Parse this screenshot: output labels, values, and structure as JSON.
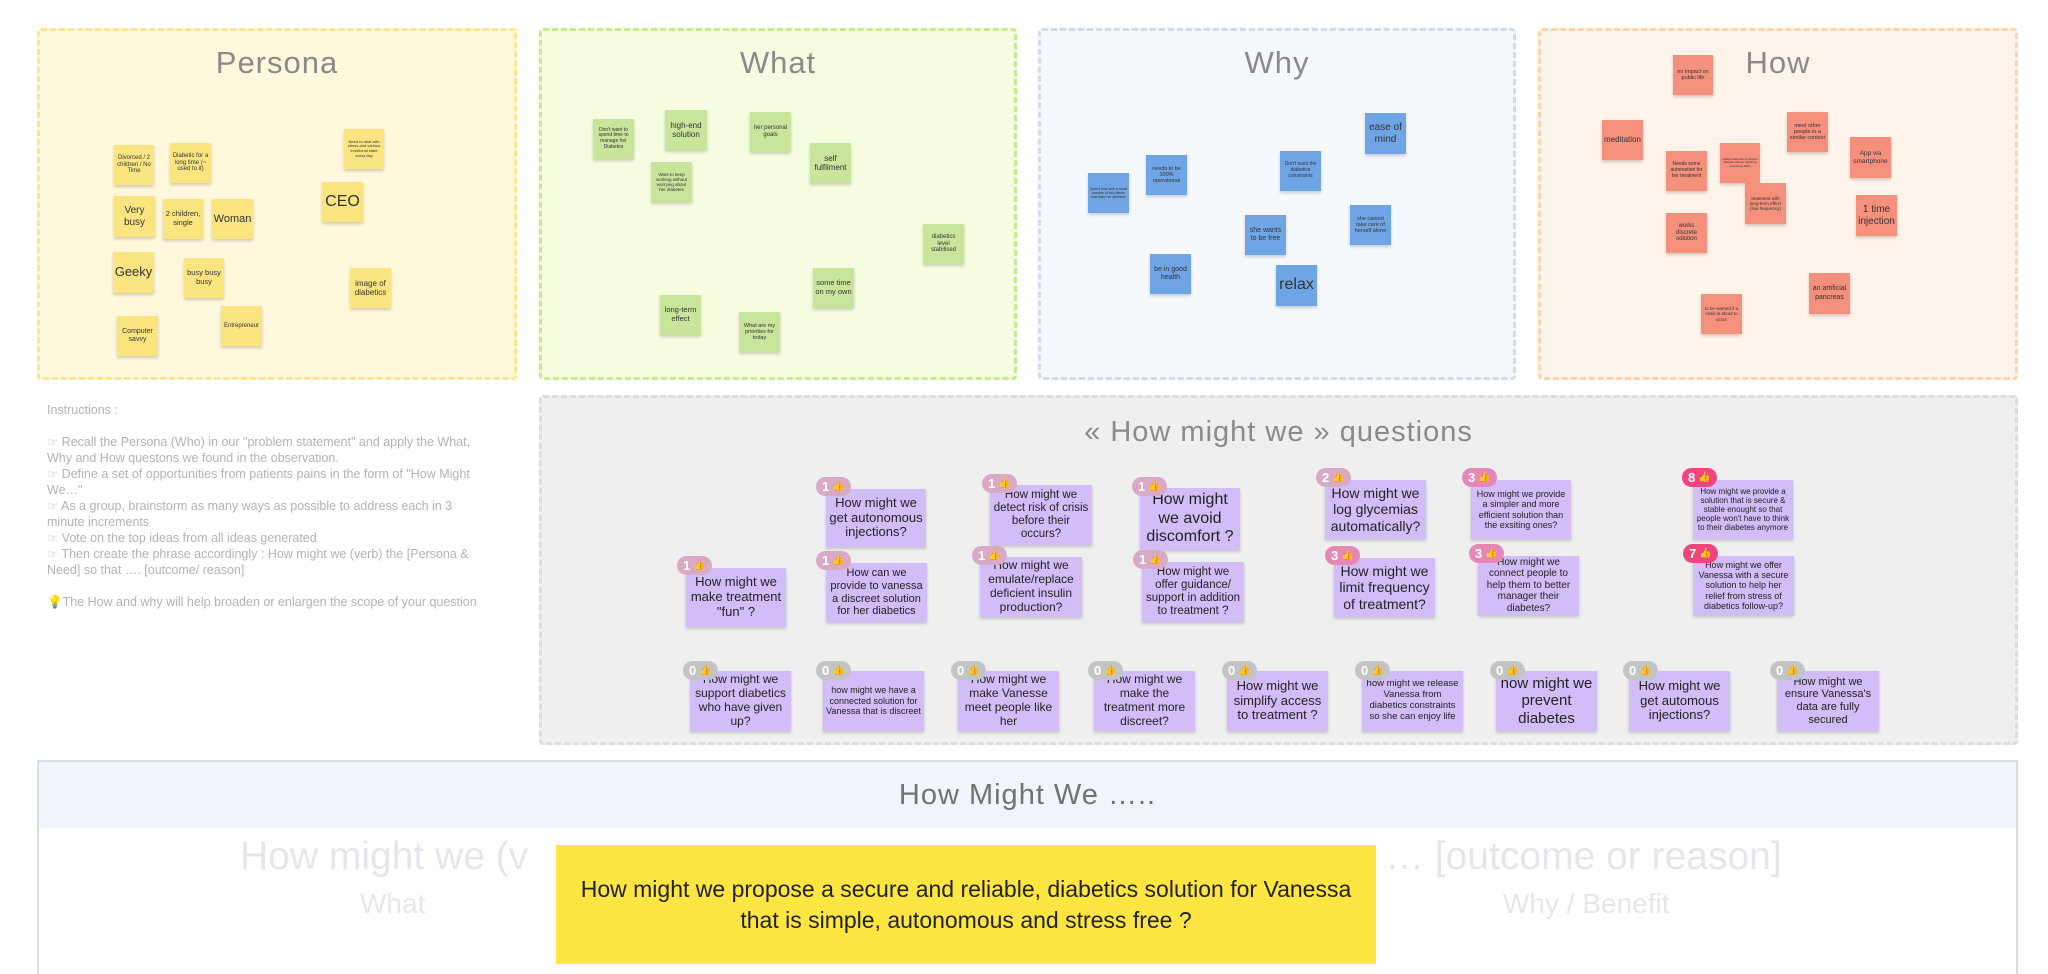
{
  "frames": {
    "persona": "Persona",
    "what": "What",
    "why": "Why",
    "how": "How",
    "hmw": "« How might we » questions"
  },
  "persona_stickies": [
    "Divorced / 2 children / No Time",
    "Diabetic for a long time (~ used to it)",
    "Need to deal with stress and various emotional state every day",
    "Very busy",
    "2 children, single",
    "Woman",
    "CEO",
    "Geeky",
    "busy busy busy",
    "image of diabetics",
    "Computer savvy",
    "Entrepreneur"
  ],
  "what_stickies": [
    "Don't want to spend time to manage her Diabetes",
    "high-end solution",
    "her personal goals",
    "self fulfilment",
    "Want to keep working without worrying about her diabetes",
    "diabetics level stabilised",
    "some time on my own",
    "long-term effect",
    "What are my priorities for today"
  ],
  "why_stickies": [
    "ease of mind",
    "needs to be 100% operational",
    "Don't want the diabetics constraints",
    "Spend time with a small number of key clients that have her attention",
    "she wants to be free",
    "she cannot take care of herself alone",
    "be in good health",
    "relax"
  ],
  "how_stickies": [
    "no impact on public life",
    "meet other people in a similar context",
    "meditation",
    "Needs some automation for her treatment",
    "Adapt treatment to current lifestyle without requiring conscious effort",
    "App via smartphone",
    "treatment with long-term effect (low frequency)",
    "1 time injection",
    "works discrete solution",
    "an artificial pancreas",
    "to be warned if a crisis is about to occur"
  ],
  "hmw_notes": [
    {
      "text": "How might we get autonomous injections?",
      "votes": "1"
    },
    {
      "text": "How might we detect risk of crisis before their occurs?",
      "votes": "1"
    },
    {
      "text": "How might we avoid discomfort ?",
      "votes": "1"
    },
    {
      "text": "How might we log glycemias automatically?",
      "votes": "2"
    },
    {
      "text": "How might we provide a simpler and more efficient solution than the exsiting ones?",
      "votes": "3"
    },
    {
      "text": "How might we provide a solution that is secure & stable enought so that people won't have to think to their diabetes anymore",
      "votes": "8"
    },
    {
      "text": "How might we make treatment \"fun\" ?",
      "votes": "1"
    },
    {
      "text": "How can we provide to vanessa a discreet solution for her diabetics",
      "votes": "1"
    },
    {
      "text": "How might we emulate/replace deficient insulin production?",
      "votes": "1"
    },
    {
      "text": "How might we offer guidance/ support in addition to treatment ?",
      "votes": "1"
    },
    {
      "text": "How might we limit frequency of treatment?",
      "votes": "3"
    },
    {
      "text": "How might we connect people to help them to better manager their diabetes?",
      "votes": "3"
    },
    {
      "text": "How might we offer Vanessa with a secure solution to help her relief from stress of diabetics follow-up?",
      "votes": "7"
    },
    {
      "text": "How might we support diabetics who have given up?",
      "votes": "0"
    },
    {
      "text": "how might we have a connected solution for Vanessa that is discreet",
      "votes": "0"
    },
    {
      "text": "How might we make Vanesse meet people like her",
      "votes": "0"
    },
    {
      "text": "How might we make the treatment more discreet?",
      "votes": "0"
    },
    {
      "text": "How might we simplify access to treatment ?",
      "votes": "0"
    },
    {
      "text": "how might we release Vanessa from diabetics constraints so she can enjoy life",
      "votes": "0"
    },
    {
      "text": "now might we prevent diabetes",
      "votes": "0"
    },
    {
      "text": "How might we get automous injections?",
      "votes": "0"
    },
    {
      "text": "How might we ensure Vanessa's data are fully secured",
      "votes": "0"
    }
  ],
  "vote_icon": "thumbs-up-icon",
  "instructions": {
    "title": "Instructions :",
    "steps": [
      "☞ Recall the Persona (Who) in our \"problem statement\" and apply the What, Why and How questons we found in the observation.",
      "☞ Define a set of opportunities from patients pains in the form of \"How Might We…\"",
      "☞ As a group, brainstorm as many ways as possible to address each in 3 minute increments",
      "☞ Vote on the top ideas from all ideas generated",
      "☞ Then create the phrase accordingly : How might we (verb) the [Persona & Need] so that …. [outcome/ reason]"
    ],
    "tip": "💡The How and why will help broaden or enlargen the scope of your question"
  },
  "bottom": {
    "header": "How Might We …..",
    "template_left": "How might we (v",
    "template_right": "… [outcome or reason]",
    "sub_left": "What",
    "sub_right": "Why / Benefit",
    "final_statement": "How might we propose a secure and reliable, diabetics solution for Vanessa that is simple, autonomous and stress free ?"
  },
  "colors": {
    "persona_note": "#fbe580",
    "what_note": "#c8e59b",
    "why_note": "#6fa5e5",
    "how_note": "#f4907c",
    "hmw_note": "#d2bdf8",
    "final_note": "#fde542",
    "top_vote": "#f0447f"
  }
}
